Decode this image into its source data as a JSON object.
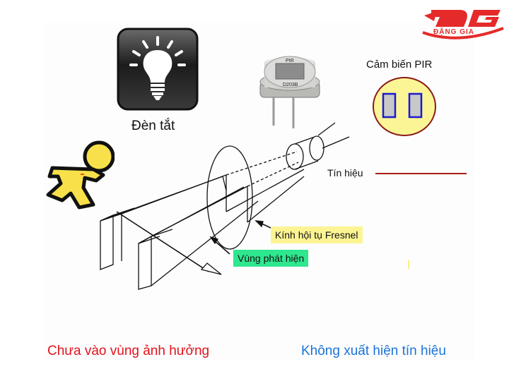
{
  "logo": {
    "mark": "ĐG",
    "name": "ĐẶNG GIA",
    "color": "#e52a2a"
  },
  "lamp": {
    "icon": "lightbulb-icon",
    "caption": "Đèn tắt"
  },
  "pir_component": {
    "top_label": "PIR",
    "model": "D203B"
  },
  "pir_sensor": {
    "caption": "Cảm biến PIR",
    "fill_color": "#fbf596",
    "border_color": "#8b1a1a",
    "element_border": "#1b1bd0",
    "element_fill": "#c8c8c8"
  },
  "signal": {
    "caption": "Tín hiệu",
    "line_color": "#a51c1c"
  },
  "callouts": {
    "fresnel": "Kính hội tụ Fresnel",
    "zone": "Vùng phát hiện"
  },
  "status": {
    "left": "Chưa vào vùng ảnh hưởng",
    "right": "Không xuất hiện tín hiệu",
    "left_color": "#e3121c",
    "right_color": "#1a73d9"
  }
}
